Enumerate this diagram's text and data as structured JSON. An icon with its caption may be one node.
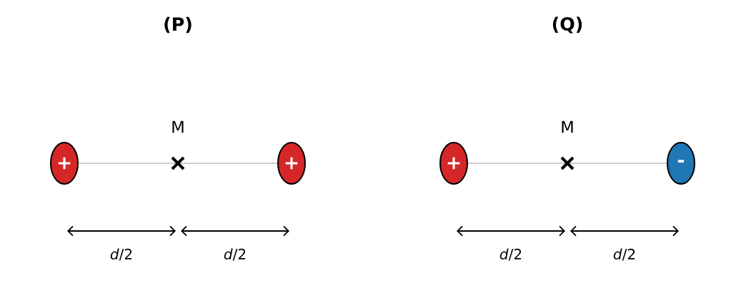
{
  "diagram": {
    "nodes": [
      {
        "text": [
          "+"
        ]
      },
      {
        "text": [
          "+"
        ]
      },
      {
        "text": [
          "+"
        ]
      },
      {
        "text": [
          "-"
        ]
      }
    ],
    "edges": [
      {
        "from": 0,
        "to": 1,
        "arrow": "none"
      },
      {
        "from": 2,
        "to": 3,
        "arrow": "none"
      }
    ],
    "labels": [
      "(P)",
      "(Q)",
      "M",
      "M",
      "*d*/2",
      "*d*/2",
      "*d*/2",
      "*d*/2"
    ]
  }
}
